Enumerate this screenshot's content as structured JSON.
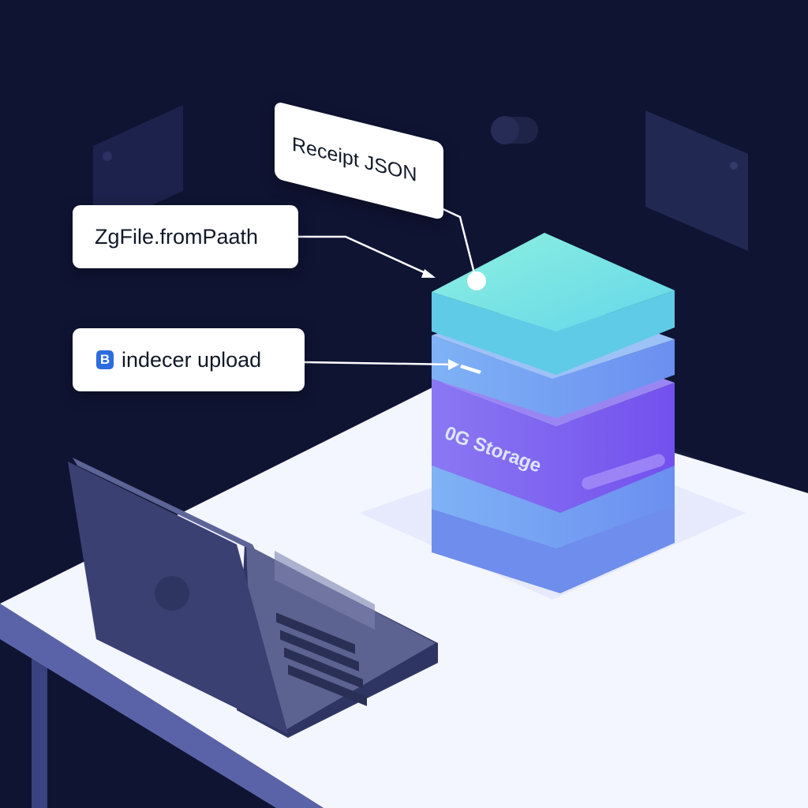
{
  "labels": {
    "receipt": "Receipt JSON",
    "zgfile": "ZgFile.fromPaath",
    "indexer": "indecer upload",
    "indexer_badge": "B",
    "storage": "0G Storage"
  },
  "icons": {
    "indexer_badge_icon": "b-badge-icon",
    "laptop_logo_icon": "circle-logo-icon"
  },
  "colors": {
    "background": "#0f1433",
    "desk_top": "#f3f5ff",
    "desk_edge": "#5b63a8",
    "laptop_body": "#4a5080",
    "layer_teal": "#6fe3d8",
    "layer_blue": "#7aa7f2",
    "layer_purple": "#7c5cf0",
    "badge_blue": "#2d6cdf"
  }
}
